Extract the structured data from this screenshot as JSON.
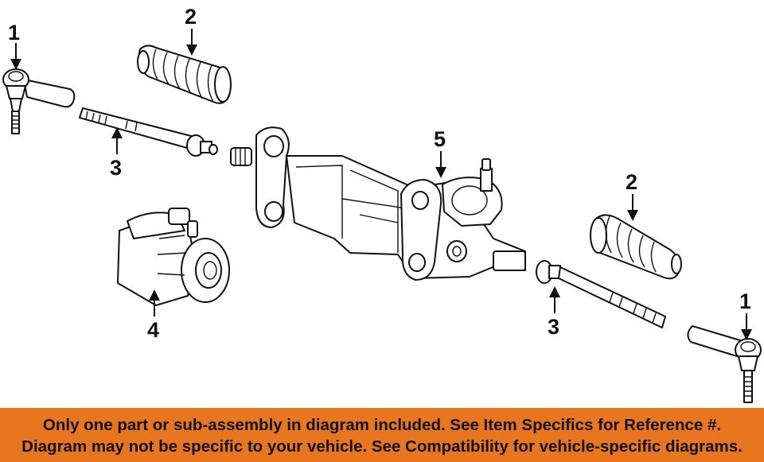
{
  "diagram": {
    "callouts": [
      {
        "id": "c1a",
        "label": "1"
      },
      {
        "id": "c2a",
        "label": "2"
      },
      {
        "id": "c3a",
        "label": "3"
      },
      {
        "id": "c4",
        "label": "4"
      },
      {
        "id": "c5",
        "label": "5"
      },
      {
        "id": "c2b",
        "label": "2"
      },
      {
        "id": "c3b",
        "label": "3"
      },
      {
        "id": "c1b",
        "label": "1"
      }
    ]
  },
  "banner": {
    "line1": "Only one part or sub-assembly in diagram included. See Item Specifics for Reference #.",
    "line2": "Diagram may not be specific to your vehicle. See Compatibility for vehicle-specific diagrams.",
    "color": "#e8761f"
  }
}
